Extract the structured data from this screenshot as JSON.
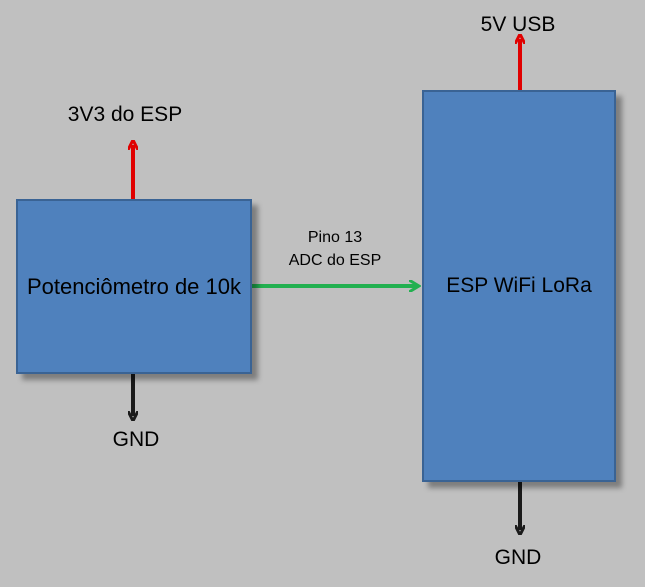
{
  "colors": {
    "background": "#c0c0c0",
    "box_fill": "#4f81bd",
    "box_border": "#3a6394",
    "power_arrow": "#e00000",
    "ground_arrow": "#1a1a1a",
    "signal_arrow": "#22b050"
  },
  "potentiometer": {
    "label": "Potenciômetro de 10k",
    "power_label": "3V3 do ESP",
    "ground_label": "GND"
  },
  "esp": {
    "label": "ESP WiFi LoRa",
    "power_label": "5V USB",
    "ground_label": "GND"
  },
  "signal": {
    "line1": "Pino 13",
    "line2": "ADC do ESP"
  }
}
